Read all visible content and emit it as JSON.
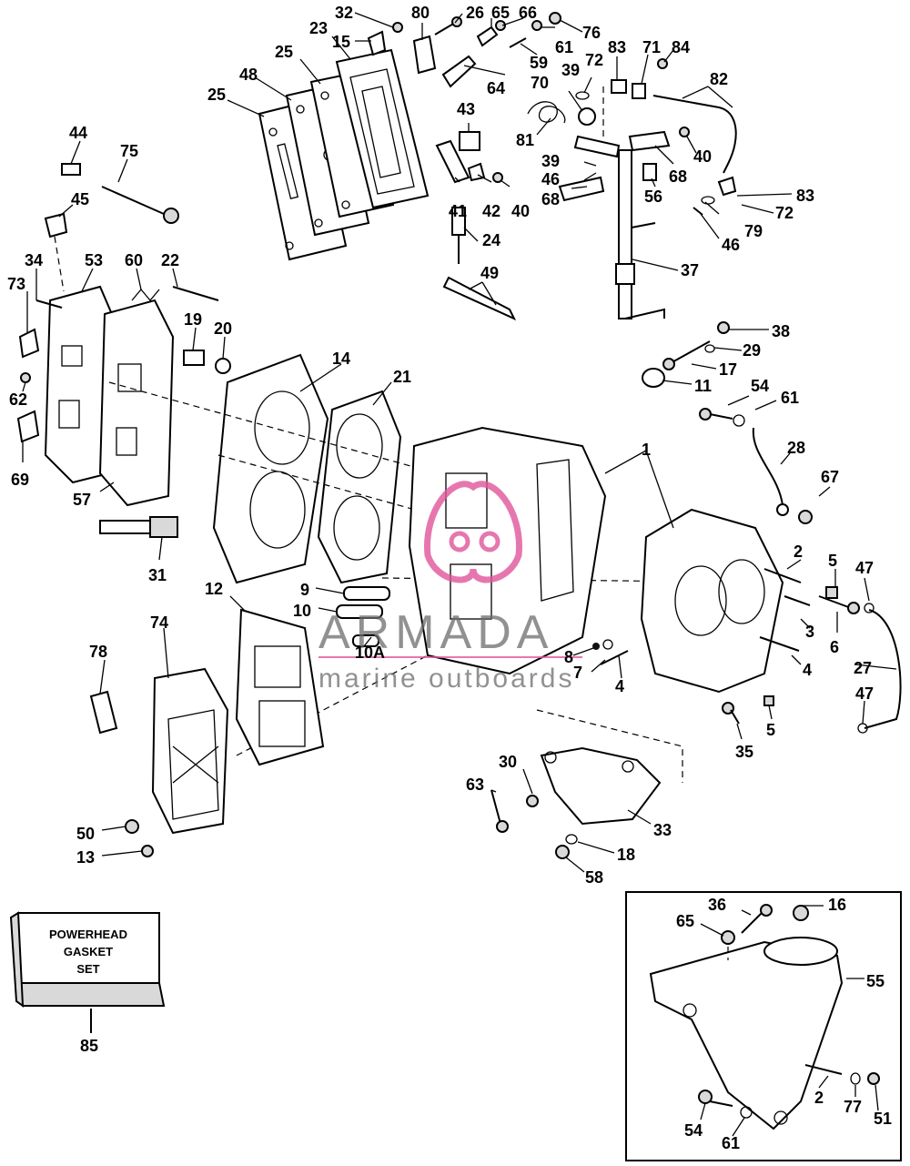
{
  "callouts": {
    "c1": "1",
    "c2": "2",
    "c2b": "2",
    "c3": "3",
    "c4": "4",
    "c4b": "4",
    "c5": "5",
    "c5b": "5",
    "c6": "6",
    "c7": "7",
    "c8": "8",
    "c9": "9",
    "c10": "10",
    "c10a": "10A",
    "c11": "11",
    "c12": "12",
    "c13": "13",
    "c14": "14",
    "c15": "15",
    "c16": "16",
    "c17": "17",
    "c18": "18",
    "c19": "19",
    "c20": "20",
    "c21": "21",
    "c22": "22",
    "c23": "23",
    "c24": "24",
    "c25": "25",
    "c25b": "25",
    "c26": "26",
    "c27": "27",
    "c28": "28",
    "c29": "29",
    "c30": "30",
    "c31": "31",
    "c32": "32",
    "c33": "33",
    "c34": "34",
    "c35": "35",
    "c36": "36",
    "c37": "37",
    "c38": "38",
    "c39": "39",
    "c39b": "39",
    "c40": "40",
    "c40b": "40",
    "c41": "41",
    "c42": "42",
    "c43": "43",
    "c44": "44",
    "c45": "45",
    "c46": "46",
    "c46b": "46",
    "c47": "47",
    "c47b": "47",
    "c48": "48",
    "c49": "49",
    "c50": "50",
    "c51": "51",
    "c53": "53",
    "c54": "54",
    "c54b": "54",
    "c55": "55",
    "c56": "56",
    "c57": "57",
    "c58": "58",
    "c59": "59",
    "c60": "60",
    "c61": "61",
    "c61b": "61",
    "c61c": "61",
    "c62": "62",
    "c63": "63",
    "c64": "64",
    "c65": "65",
    "c65b": "65",
    "c66": "66",
    "c67": "67",
    "c68": "68",
    "c68b": "68",
    "c69": "69",
    "c70": "70",
    "c71": "71",
    "c72": "72",
    "c72b": "72",
    "c73": "73",
    "c74": "74",
    "c75": "75",
    "c76": "76",
    "c77": "77",
    "c78": "78",
    "c79": "79",
    "c80": "80",
    "c81": "81",
    "c82": "82",
    "c83": "83",
    "c83b": "83",
    "c84": "84",
    "c85": "85"
  },
  "gasket_set_box": {
    "line1": "POWERHEAD",
    "line2": "GASKET",
    "line3": "SET"
  },
  "watermark": {
    "brand": "ARMADA",
    "tagline": "marine outboards",
    "accent_color": "#e0569a",
    "text_color": "#6d6d6d"
  }
}
